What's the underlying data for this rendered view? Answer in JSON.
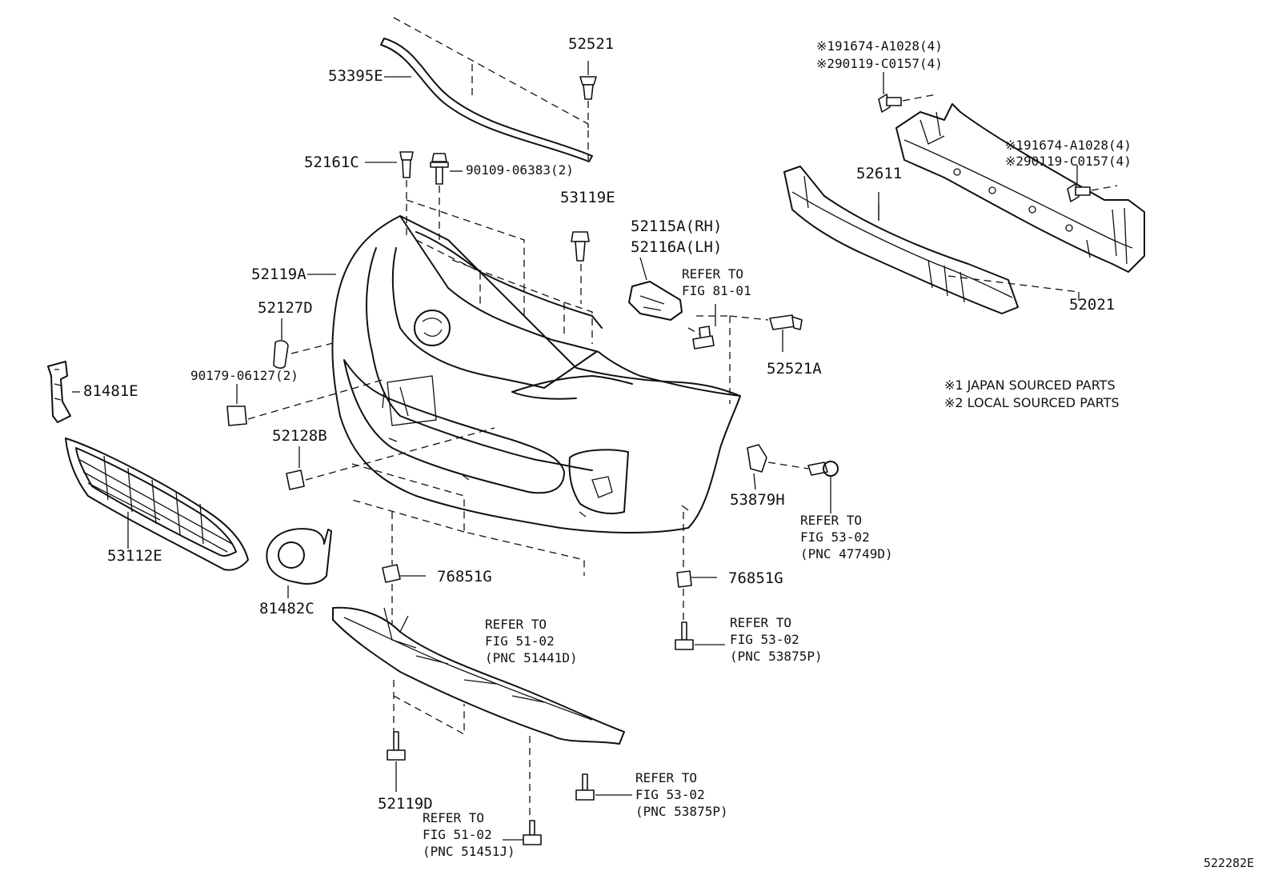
{
  "parts": {
    "p53395E": "53395E",
    "p52521": "52521",
    "p52161C": "52161C",
    "p90109": "90109-06383(2)",
    "p53119E": "53119E",
    "p52115A": "52115A(RH)",
    "p52116A": "52116A(LH)",
    "p52119A": "52119A",
    "p52127D": "52127D",
    "p90179": "90179-06127(2)",
    "p81481E": "81481E",
    "p52128B": "52128B",
    "p53112E": "53112E",
    "p81482C": "81482C",
    "p76851G_a": "76851G",
    "p76851G_b": "76851G",
    "p52119D": "52119D",
    "p52611": "52611",
    "p52021": "52021",
    "p52521A": "52521A",
    "p53879H": "53879H",
    "bolt_a1": "※191674-A1028(4)",
    "bolt_a2": "※290119-C0157(4)",
    "bolt_b1": "※191674-A1028(4)",
    "bolt_b2": "※290119-C0157(4)"
  },
  "refs": {
    "r81_01": "REFER TO\nFIG 81-01",
    "r53_02_47749D": "REFER TO\nFIG 53-02\n(PNC 47749D)",
    "r51_02_51441D": "REFER TO\nFIG 51-02\n(PNC 51441D)",
    "r53_02_53875P_a": "REFER TO\nFIG 53-02\n(PNC 53875P)",
    "r53_02_53875P_b": "REFER TO\nFIG 53-02\n(PNC 53875P)",
    "r51_02_51451J": "REFER TO\nFIG 51-02\n(PNC 51451J)"
  },
  "legend": {
    "japan": "※1 JAPAN SOURCED PARTS",
    "local": "※2 LOCAL SOURCED PARTS"
  },
  "figure_code": "522282E"
}
